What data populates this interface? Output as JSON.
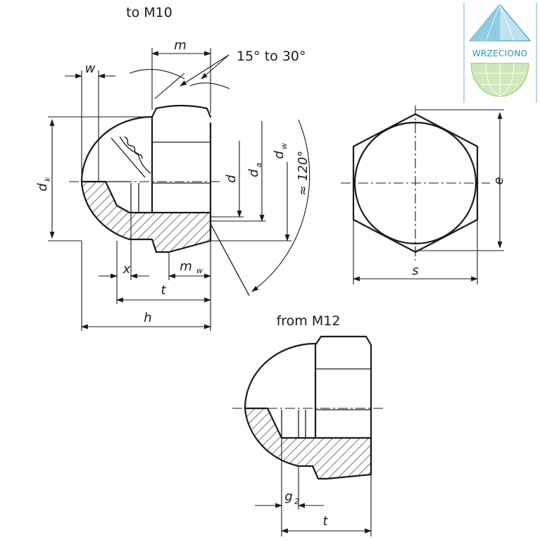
{
  "header": {
    "top_title": "to M10",
    "bottom_title": "from M12"
  },
  "logo": {
    "text": "WRZECIONO",
    "colors": {
      "triangle": "#2a8fb5",
      "globe": "#8dc56b",
      "text": "#2a8fb5"
    }
  },
  "labels": {
    "m": "m",
    "angle": "15° to 30°",
    "w": "w",
    "dk": "d",
    "dk_sub": "k",
    "d": "d",
    "da": "d",
    "da_sub": "a",
    "dw": "d",
    "dw_sub": "w",
    "approx_120": "≈ 120°",
    "x": "x",
    "mw": "m",
    "mw_sub": "w",
    "t_top": "t",
    "h": "h",
    "e": "e",
    "s": "s",
    "g2": "g",
    "g2_sub": "2",
    "t_bottom": "t"
  }
}
